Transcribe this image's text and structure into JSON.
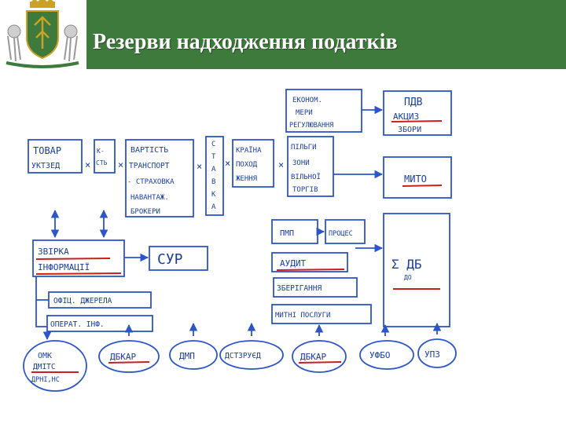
{
  "title": "Резерви надходження податків",
  "colors": {
    "title_bg": "#3e7a3c",
    "ink": "#2b55c8",
    "accent": "#c8201e"
  },
  "boxes": {
    "tovar": [
      "ТОВАР",
      "УКТЗЕД"
    ],
    "kil": [
      "К-",
      "СТЬ"
    ],
    "vartist": [
      "ВАРТІСТЬ",
      "ТРАНСПОРТ",
      "- СТРАХОВКА",
      "НАВАНТАЖ.",
      "БРОКЕРИ"
    ],
    "stavka": [
      "С",
      "Т",
      "А",
      "В",
      "К",
      "А"
    ],
    "kraina": [
      "КРАЇНА",
      "ПОХОД",
      "ЖЕННЯ"
    ],
    "pilgy": [
      "ПІЛЬГИ",
      "ЗОНИ",
      "ВІЛЬНОЇ",
      "ТОРГІВ"
    ],
    "ekonom": [
      "ЕКОНОМ.",
      "МЕРИ",
      "РЕГУЛЮВАННЯ"
    ],
    "pdv": [
      "ПДВ",
      "АКЦИЗ",
      "ЗБОРИ"
    ],
    "myto": "МИТО",
    "zvirka": [
      "ЗВІРКА",
      "ІНФОРМАЦІЇ"
    ],
    "sur": "СУР",
    "ofits": "ОФІЦ. ДЖЕРЕЛА",
    "operat": "ОПЕРАТ. ІНФ.",
    "pmp": "ПМП",
    "protses": "ПРОЦЕС",
    "audyt": "АУДИТ",
    "zberigannya": "ЗБЕРІГАННЯ",
    "myt_posl": "МИТНІ ПОСЛУГИ",
    "sum_label": "Σ ДБ",
    "sum_sub": "ДО"
  },
  "operators": {
    "times": "×"
  },
  "bottom": {
    "omk": [
      "ОМК",
      "ДМІТС",
      "ДРНІ,НС"
    ],
    "items": [
      "ДБКАР",
      "ДМП",
      "ДСТЗРУЄД",
      "ДБКАР",
      "УФБО",
      "УПЗ"
    ]
  }
}
